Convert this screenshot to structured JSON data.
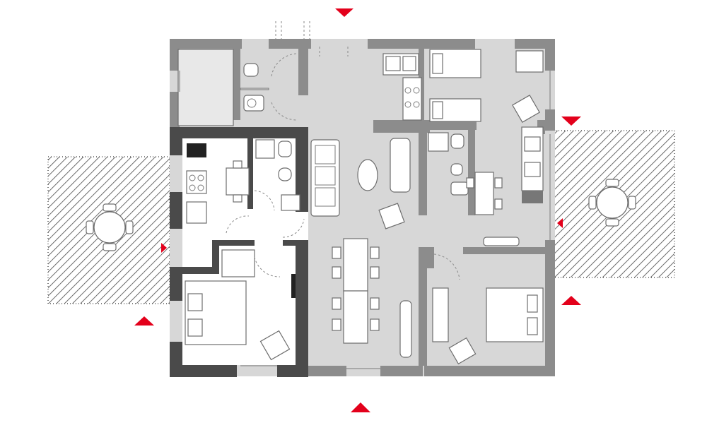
{
  "colors": {
    "background": "#ffffff",
    "shared_area": "#d7d7d7",
    "private_area": "#ffffff",
    "wall": "#8c8c8c",
    "wall_dark": "#4a4a4a",
    "terrace_hatch": "#6a6a6a",
    "marker": "#e3001b"
  },
  "entrance_markers": [
    {
      "side": "top",
      "direction": "down"
    },
    {
      "side": "bottom",
      "direction": "up"
    },
    {
      "side": "left",
      "direction": "up"
    },
    {
      "side": "right",
      "direction": "up"
    },
    {
      "side": "right",
      "direction": "down"
    },
    {
      "side": "left",
      "direction": "right"
    },
    {
      "side": "right",
      "direction": "left"
    }
  ]
}
